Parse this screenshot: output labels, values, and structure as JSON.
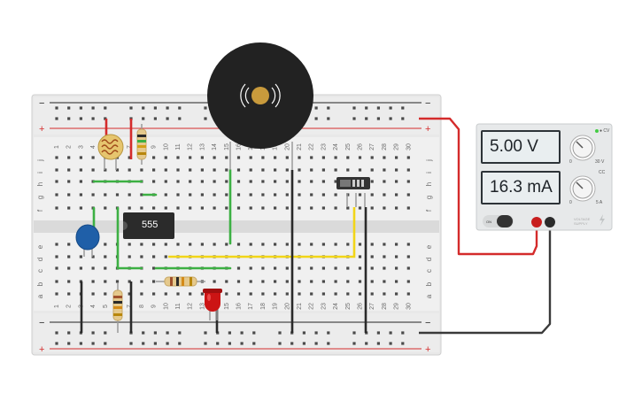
{
  "breadboard": {
    "columns": [
      "1",
      "2",
      "3",
      "4",
      "5",
      "6",
      "7",
      "8",
      "9",
      "10",
      "11",
      "12",
      "13",
      "14",
      "15",
      "16",
      "17",
      "18",
      "19",
      "20",
      "21",
      "22",
      "23",
      "24",
      "25",
      "26",
      "27",
      "28",
      "29",
      "30"
    ],
    "rows_top": [
      "j",
      "i",
      "h",
      "g",
      "f"
    ],
    "rows_bottom": [
      "e",
      "d",
      "c",
      "b",
      "a"
    ],
    "rail_minus": "−",
    "rail_plus": "+"
  },
  "chip": {
    "label": "555"
  },
  "power_supply": {
    "voltage_display": "5.00 V",
    "current_display": "16.3 mA",
    "on_label": "ON",
    "cv_label": "● CV",
    "cc_label": "CC",
    "v_knob_max": "30 V",
    "v_knob_min": "0",
    "a_knob_max": "5 A",
    "a_knob_min": "0",
    "brand": "VOLTAGE SUPPLY",
    "cv_led_color": "#44cc44"
  },
  "colors": {
    "wire_red": "#d42b2b",
    "wire_black": "#2a2a2a",
    "wire_green": "#3cb043",
    "wire_yellow": "#f2d518",
    "led": "#cc1414",
    "capacitor": "#1f5fa8",
    "chip": "#2b2b2b",
    "buzzer": "#222222",
    "buzzer_center": "#c89a3c"
  }
}
